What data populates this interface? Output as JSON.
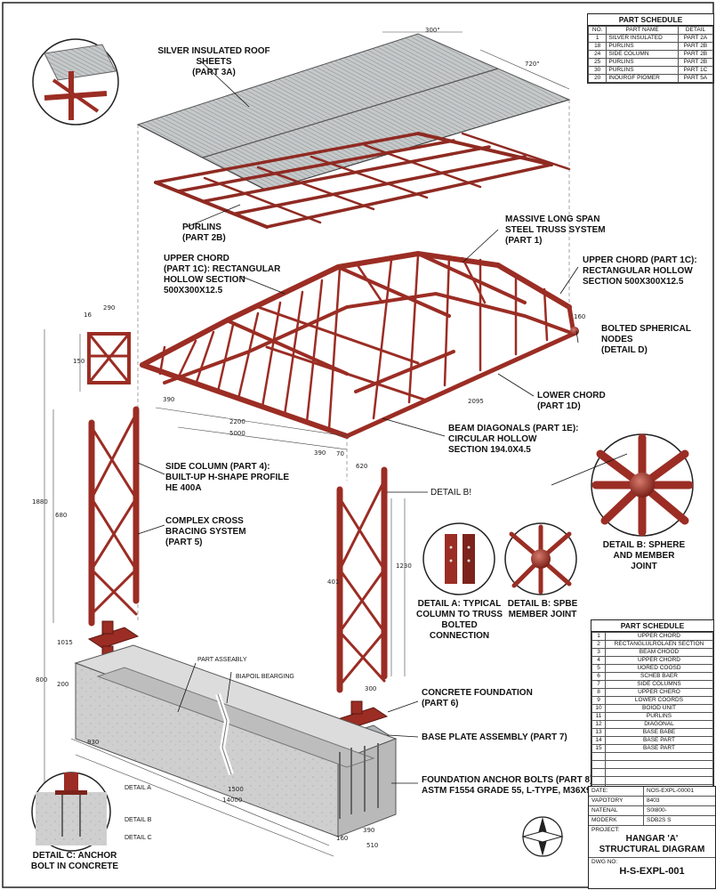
{
  "labels": {
    "roof_sheets": "SILVER INSULATED ROOF SHEETS\n(PART 3A)",
    "purlins": "PURLINS\n(PART 2B)",
    "truss_system": "MASSIVE LONG SPAN\nSTEEL TRUSS SYSTEM\n(PART 1)",
    "upper_chord_left": "UPPER CHORD\n(PART 1C): RECTANGULAR\nHOLLOW SECTION\n500x300x12.5",
    "upper_chord_right": "UPPER CHORD (PART 1C):\nRECTANGULAR HOLLOW\nSECTION 500x300x12.5",
    "bolted_nodes": "BOLTED SPHERICAL\nNODES\n(DETAIL D)",
    "lower_chord": "LOWER CHORD\n(PART 1D)",
    "beam_diagonals": "BEAM DIAGONALS (PART 1E):\nCIRCULAR HOLLOW\nSECTION 194.0x4.5",
    "side_column": "SIDE COLUMN (PART 4):\nBUILT-UP H-SHAPE PROFILE\nHE 400A",
    "cross_bracing": "COMPLEX CROSS\nBRACING SYSTEM\n(PART 5)",
    "detail_b_callout": "DETAIL B!",
    "detail_b_sphere": "DETAIL B: SPHERE\nAND MEMBER JOINT",
    "detail_a": "DETAIL A: TYPICAL\nCOLUMN TO TRUSS\nBOLTED CONNECTION",
    "detail_b_spbe": "DETAIL B: SPBE\nMEMBER JOINT",
    "part_assembly": "PART ASSEABLY",
    "biapoil_bearing": "BIAPOIL BEARGING",
    "concrete_foundation": "CONCRETE FOUNDATION\n(PART 6)",
    "base_plate": "BASE PLATE ASSEMBLY (PART 7)",
    "anchor_bolts": "FOUNDATION ANCHOR BOLTS (PART 8):\nASTM F1554 GRADE 55, L-TYPE, M36x900",
    "detail_c": "DETAIL C: ANCHOR\nBOLT IN CONCRETE",
    "detail_a_tag": "DETAIL A",
    "detail_b_tag": "DETAIL B",
    "detail_c_tag": "DETAIL C"
  },
  "dimensions": {
    "d300": "300\"",
    "d720": "720\"",
    "d290": "290",
    "d16": "16",
    "d150": "150",
    "d160": "160",
    "d1880": "1880",
    "d680": "680",
    "d2200": "2200",
    "d5000": "5000",
    "d390a": "390",
    "d390b": "390",
    "d2095": "2095",
    "d70": "70",
    "d620": "620",
    "d401": "401",
    "d1230": "1230",
    "d300b": "300",
    "d1500": "1500",
    "d14000": "14000",
    "d830": "830",
    "d800": "800",
    "d200": "200",
    "d1015": "1015",
    "d160b": "160",
    "d390c": "390",
    "d510": "510"
  },
  "part_schedule_top": {
    "title": "PART SCHEDULE",
    "headers": [
      "NO.",
      "PART NAME",
      "DETAIL"
    ],
    "rows": [
      [
        "1",
        "SILVER INSULATED",
        "PART 2A"
      ],
      [
        "18",
        "PURLINS",
        "PART 2B"
      ],
      [
        "24",
        "SIDE COLUMN",
        "PART 2B"
      ],
      [
        "25",
        "PURLINS",
        "PART 2B"
      ],
      [
        "30",
        "PURLINS",
        "PART 1C"
      ],
      [
        "20",
        "INOURGF PIOMER",
        "PART 5A"
      ]
    ]
  },
  "part_schedule_bottom": {
    "title": "PART SCHEDULE",
    "rows": [
      [
        "1",
        "UPPER CHORD"
      ],
      [
        "2",
        "RECTANGLULROLAEN SECTION"
      ],
      [
        "3",
        "BEAM CHOOD"
      ],
      [
        "4",
        "UPPER CHORD"
      ],
      [
        "5",
        "UORED COOSD"
      ],
      [
        "6",
        "SCHEB BAER"
      ],
      [
        "7",
        "SIDE COLUMNS"
      ],
      [
        "8",
        "UPPER CHERO"
      ],
      [
        "9",
        "LOWER COORDS"
      ],
      [
        "10",
        "BOIOD UNIT"
      ],
      [
        "11",
        "PURLINS"
      ],
      [
        "12",
        "DIAGONAL"
      ],
      [
        "13",
        "BASE BABE"
      ],
      [
        "14",
        "BASE PART"
      ],
      [
        "15",
        "BASE PART"
      ],
      [
        "",
        ""
      ],
      [
        "",
        ""
      ],
      [
        "",
        ""
      ],
      [
        "",
        ""
      ],
      [
        "",
        ""
      ]
    ]
  },
  "title_block": {
    "rows": [
      [
        "DATE:",
        "NOS-EXPL-00001"
      ],
      [
        "VAPOTORY",
        "8403"
      ],
      [
        "NATENAL",
        "S0I800-"
      ],
      [
        "MODERK",
        "SDB2S S"
      ]
    ],
    "project_label": "PROJECT:",
    "project_title": "HANGAR 'A'\nSTRUCTURAL DIAGRAM",
    "dwg_label": "DWG NO:",
    "dwg_no": "H-S-EXPL-001"
  },
  "colors": {
    "steel": "#9b2d24",
    "steel_dark": "#6e1c16",
    "concrete": "#c9c9c9",
    "roof": "#b9bcbd",
    "ink": "#111111"
  }
}
